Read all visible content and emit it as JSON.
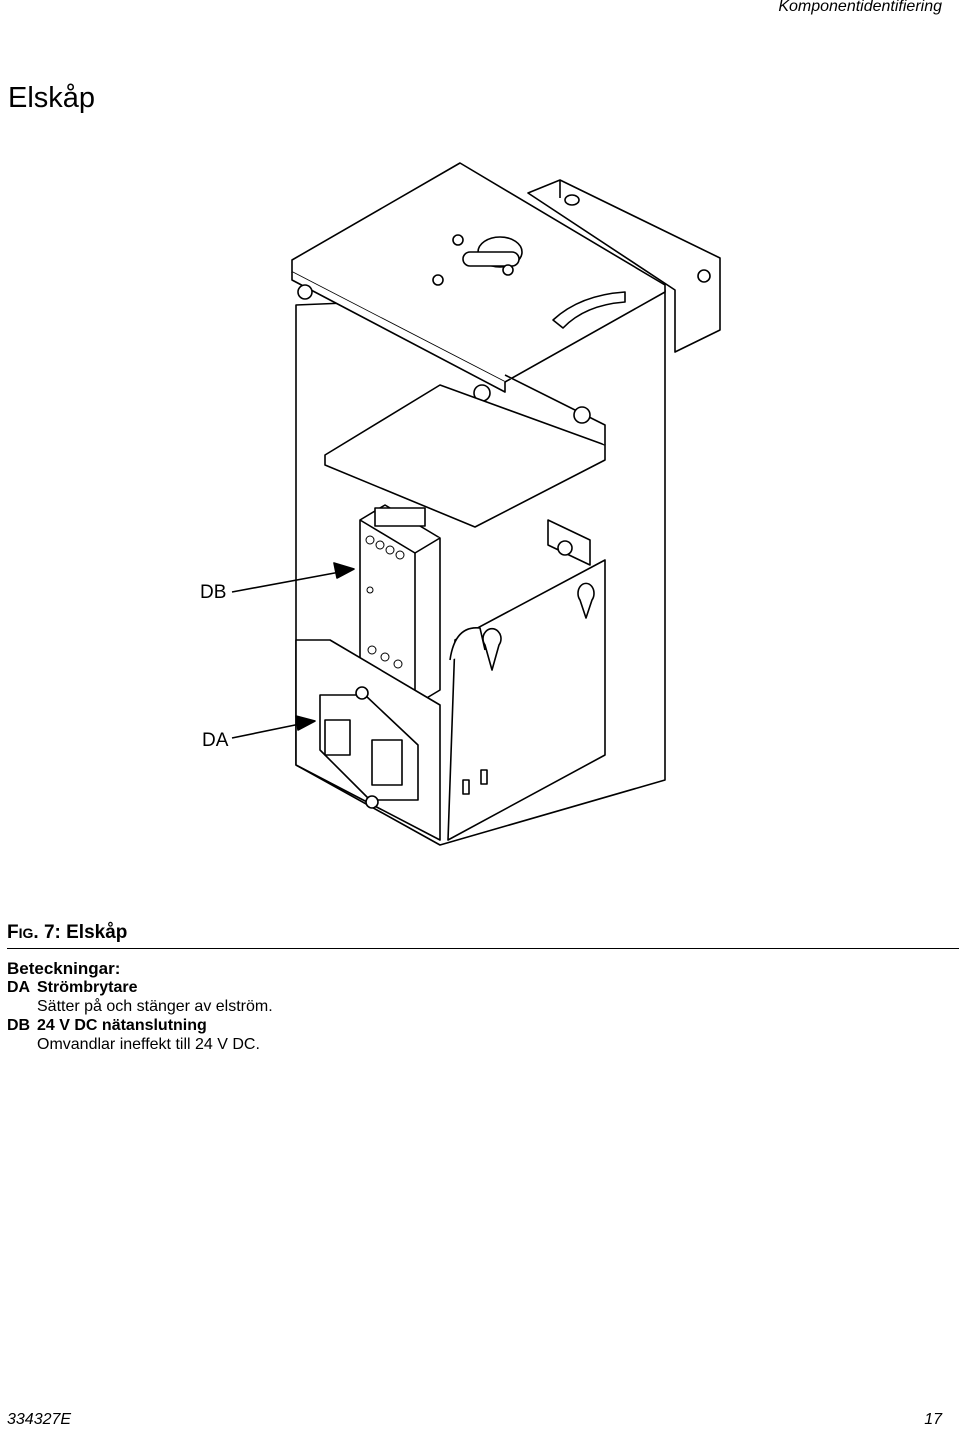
{
  "header": {
    "running_title": "Komponentidentifiering"
  },
  "page_title": "Elskåp",
  "figure": {
    "callouts": [
      {
        "code": "DB"
      },
      {
        "code": "DA"
      }
    ],
    "caption_prefix_big": "F",
    "caption_prefix_small": "IG",
    "caption_rest": ". 7: Elskåp"
  },
  "legend": {
    "heading": "Beteckningar:",
    "items": [
      {
        "code": "DA",
        "name": "Strömbrytare",
        "description": "Sätter på och stänger av elström."
      },
      {
        "code": "DB",
        "name": "24 V DC nätanslutning",
        "description": "Omvandlar ineffekt till 24 V DC."
      }
    ]
  },
  "footer": {
    "doc_number": "334327E",
    "page_number": "17"
  }
}
